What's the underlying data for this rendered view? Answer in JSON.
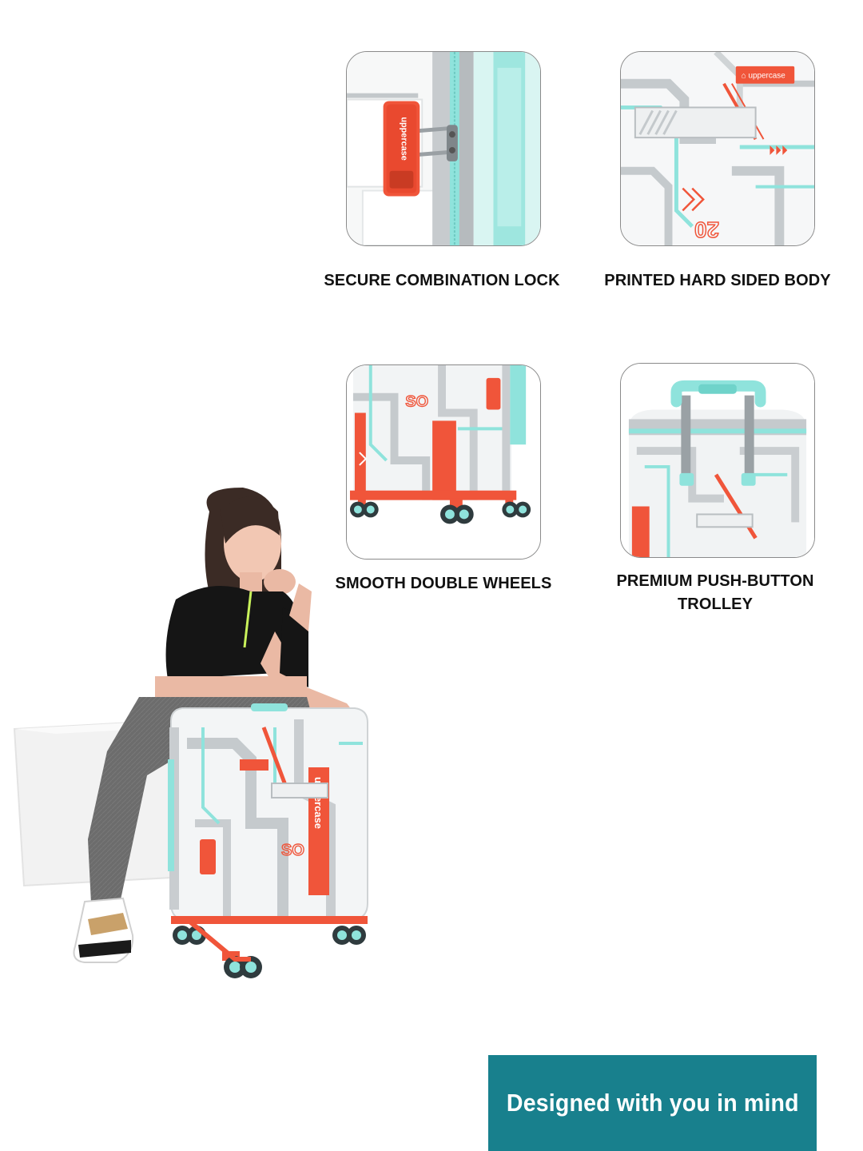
{
  "features": [
    {
      "label": "SECURE COMBINATION LOCK",
      "icon": "combination-lock-photo"
    },
    {
      "label": "PRINTED HARD SIDED BODY",
      "icon": "printed-body-photo"
    },
    {
      "label": "SMOOTH DOUBLE WHEELS",
      "icon": "double-wheels-photo"
    },
    {
      "label": "PREMIUM PUSH-BUTTON TROLLEY",
      "icon": "trolley-handle-photo"
    }
  ],
  "lock_brand": "uppercase",
  "body_brand": "uppercase",
  "banner": {
    "text": "Designed with you in mind"
  },
  "colors": {
    "accent_orange": "#f0553a",
    "accent_mint": "#8fe3dc",
    "banner_teal": "#18808d",
    "shell_grey": "#c9cdd0"
  }
}
